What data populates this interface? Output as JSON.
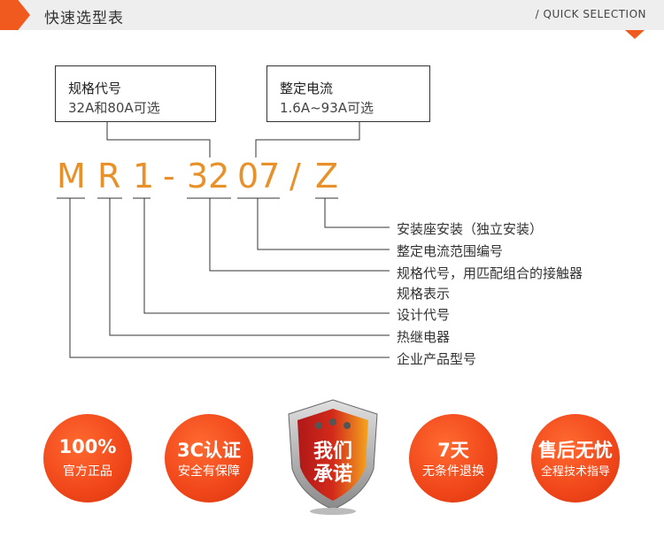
{
  "header": {
    "title": "快速选型表",
    "subtitle": "/ QUICK SELECTION"
  },
  "boxes": {
    "spec": {
      "title": "规格代号",
      "desc": "32A和80A可选"
    },
    "current": {
      "title": "整定电流",
      "desc": "1.6A~93A可选"
    }
  },
  "model_chars": [
    "M",
    "R",
    "1",
    "-",
    "32",
    "07",
    "/",
    "Z"
  ],
  "labels": [
    "安装座安装（独立安装）",
    "整定电流范围编号",
    "规格代号，用匹配组合的接触器",
    "规格表示",
    "设计代号",
    "热继电器",
    "企业产品型号"
  ],
  "badges": [
    {
      "main": "100%",
      "sub": "官方正品"
    },
    {
      "main": "3C认证",
      "sub": "安全有保障"
    },
    {
      "main": "7天",
      "sub": "无条件退换"
    },
    {
      "main": "售后无忧",
      "sub": "全程技术指导"
    }
  ],
  "shield": {
    "line1": "我们",
    "line2": "承诺"
  },
  "colors": {
    "accent": "#f05a1e",
    "model_text": "#e8912a",
    "header_bg": "#eeeeee"
  }
}
